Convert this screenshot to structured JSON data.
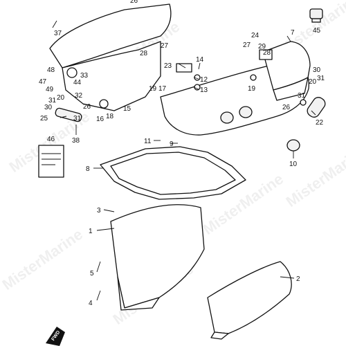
{
  "watermark": "MisterMarine",
  "fwd_label": "FWD",
  "callouts": [
    {
      "id": "c1",
      "text": "1"
    },
    {
      "id": "c2",
      "text": "2"
    },
    {
      "id": "c3",
      "text": "3"
    },
    {
      "id": "c4",
      "text": "4"
    },
    {
      "id": "c5",
      "text": "5"
    },
    {
      "id": "c7",
      "text": "7"
    },
    {
      "id": "c8",
      "text": "8"
    },
    {
      "id": "c9",
      "text": "9"
    },
    {
      "id": "c10",
      "text": "10"
    },
    {
      "id": "c11",
      "text": "11"
    },
    {
      "id": "c12",
      "text": "12"
    },
    {
      "id": "c13",
      "text": "13"
    },
    {
      "id": "c14",
      "text": "14"
    },
    {
      "id": "c15",
      "text": "15"
    },
    {
      "id": "c16",
      "text": "16"
    },
    {
      "id": "c17",
      "text": "17"
    },
    {
      "id": "c18",
      "text": "18"
    },
    {
      "id": "c19a",
      "text": "19"
    },
    {
      "id": "c19b",
      "text": "19"
    },
    {
      "id": "c20a",
      "text": "20"
    },
    {
      "id": "c20b",
      "text": "20"
    },
    {
      "id": "c22",
      "text": "22"
    },
    {
      "id": "c23",
      "text": "23"
    },
    {
      "id": "c24",
      "text": "24"
    },
    {
      "id": "c25",
      "text": "25"
    },
    {
      "id": "c26a",
      "text": "26"
    },
    {
      "id": "c26b",
      "text": "26"
    },
    {
      "id": "c26c",
      "text": "26"
    },
    {
      "id": "c27a",
      "text": "27"
    },
    {
      "id": "c27b",
      "text": "27"
    },
    {
      "id": "c28a",
      "text": "28"
    },
    {
      "id": "c28b",
      "text": "28"
    },
    {
      "id": "c29",
      "text": "29"
    },
    {
      "id": "c30a",
      "text": "30"
    },
    {
      "id": "c30b",
      "text": "30"
    },
    {
      "id": "c31a",
      "text": "31"
    },
    {
      "id": "c31b",
      "text": "31"
    },
    {
      "id": "c31c",
      "text": "31"
    },
    {
      "id": "c31d",
      "text": "31"
    },
    {
      "id": "c32",
      "text": "32"
    },
    {
      "id": "c33",
      "text": "33"
    },
    {
      "id": "c37",
      "text": "37"
    },
    {
      "id": "c38",
      "text": "38"
    },
    {
      "id": "c44",
      "text": "44"
    },
    {
      "id": "c45",
      "text": "45"
    },
    {
      "id": "c46",
      "text": "46"
    },
    {
      "id": "c47",
      "text": "47"
    },
    {
      "id": "c48",
      "text": "48"
    },
    {
      "id": "c49",
      "text": "49"
    }
  ]
}
